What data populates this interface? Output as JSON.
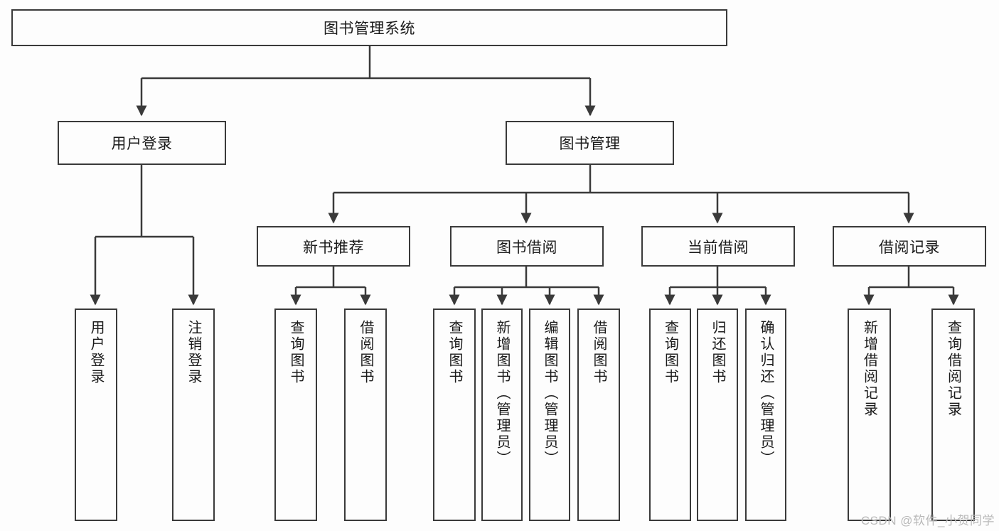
{
  "diagram": {
    "title": "图书管理系统",
    "type": "hierarchy-tree",
    "colors": {
      "background": "#fdfdfd",
      "stroke": "#3a3a3a",
      "text": "#1a1a1a",
      "watermark": "#b9b9b9"
    },
    "root": {
      "label": "图书管理系统"
    },
    "level2": [
      {
        "label": "用户登录"
      },
      {
        "label": "图书管理"
      }
    ],
    "level3": [
      {
        "label": "新书推荐"
      },
      {
        "label": "图书借阅"
      },
      {
        "label": "当前借阅"
      },
      {
        "label": "借阅记录"
      }
    ],
    "leaves": {
      "user_login": [
        {
          "label": "用户登录"
        },
        {
          "label": "注销登录"
        }
      ],
      "new_book_recommend": [
        {
          "label": "查询图书"
        },
        {
          "label": "借阅图书"
        }
      ],
      "book_borrow": [
        {
          "label": "查询图书"
        },
        {
          "label": "新增图书（管理员）"
        },
        {
          "label": "编辑图书（管理员）"
        },
        {
          "label": "借阅图书"
        }
      ],
      "current_borrow": [
        {
          "label": "查询图书"
        },
        {
          "label": "归还图书"
        },
        {
          "label": "确认归还（管理员）"
        }
      ],
      "borrow_record": [
        {
          "label": "新增借阅记录"
        },
        {
          "label": "查询借阅记录"
        }
      ]
    }
  },
  "watermark": {
    "text": "CSDN @软件_小贺同学"
  }
}
